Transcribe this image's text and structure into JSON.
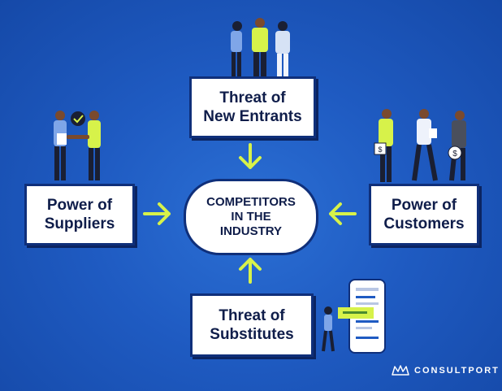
{
  "center": {
    "text": "COMPETITORS\nIN THE\nINDUSTRY"
  },
  "forces": {
    "top": "Threat of\nNew Entrants",
    "left": "Power of\nSuppliers",
    "right": "Power of\nCustomers",
    "bottom": "Threat of\nSubstitutes"
  },
  "brand": {
    "name": "CONSULTPORT",
    "logo_icon": "crown-icon"
  },
  "colors": {
    "background": "#1f5bc2",
    "box_fill": "#ffffff",
    "box_border": "#0f2f7a",
    "arrow": "#d7f24a",
    "text": "#0f1d4a"
  },
  "icons": {
    "customer_bag_left": "$",
    "customer_bag_right": "$"
  }
}
